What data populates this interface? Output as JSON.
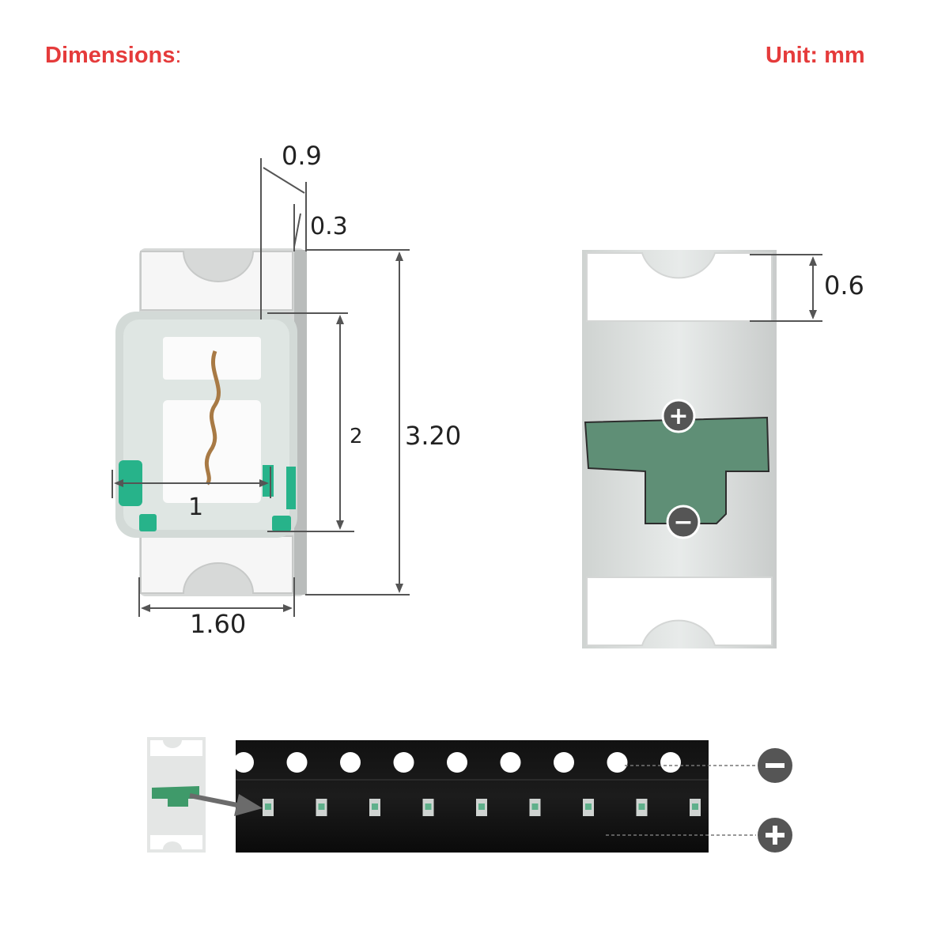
{
  "header": {
    "title": "Dimensions",
    "title_suffix": ":",
    "unit": "Unit: mm"
  },
  "dimensions": {
    "lens_offset": "0.9",
    "edge_gap": "0.3",
    "total_length": "3.20",
    "lens_length": "2",
    "lens_width": "1",
    "total_width": "1.60",
    "pad_length": "0.6"
  },
  "polarity": {
    "anode_symbol": "+",
    "cathode_symbol": "−"
  },
  "colors": {
    "heading": "#e53b3b",
    "polarity_mark": "#5f8f76",
    "green_pad": "#27b38a",
    "tape": "#0d0d0d",
    "symbol_circle": "#555555"
  },
  "icons": [
    "plus-circle-icon",
    "minus-circle-icon",
    "arrow-icon"
  ]
}
